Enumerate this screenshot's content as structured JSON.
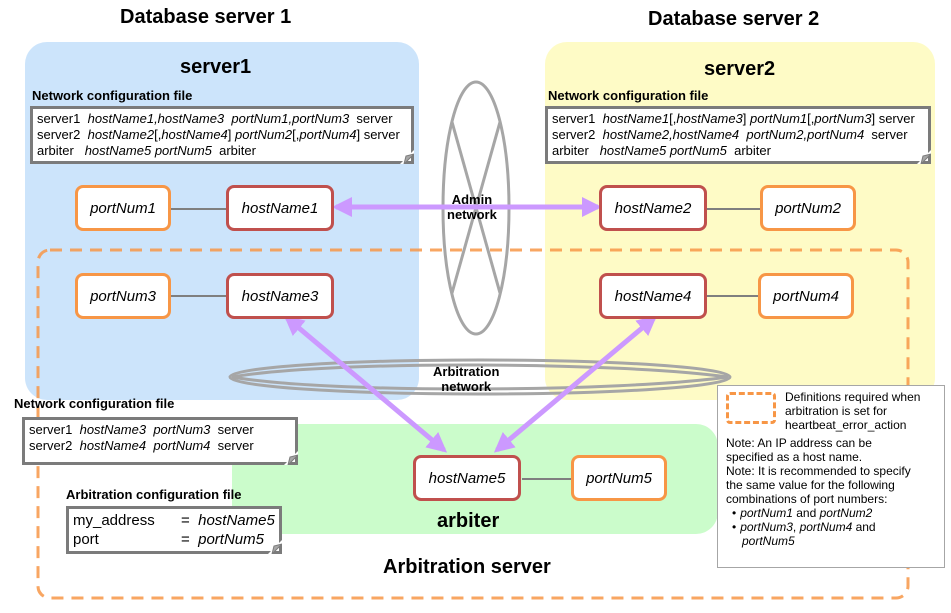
{
  "titles": {
    "db_server_1": "Database server 1",
    "db_server_2": "Database server 2",
    "arbitration_server": "Arbitration server"
  },
  "zones": {
    "server1": "server1",
    "server2": "server2",
    "arbiter": "arbiter"
  },
  "colors": {
    "server1_bg": "#cce4fb",
    "server2_bg": "#fefbc6",
    "arbiter_bg": "#cbfccb",
    "host_border": "#c0504d",
    "port_border": "#f79646",
    "arrow": "#cc99ff",
    "dashed_frame": "#f79646",
    "network_ring": "#a6a6a6"
  },
  "server1_config": {
    "heading": "Network configuration file",
    "lines": [
      {
        "name": "server1",
        "hosts": "hostName1,hostName3",
        "ports": "portNum1,portNum3",
        "type": "server"
      },
      {
        "name": "server2",
        "hosts_a": "hostName2",
        "hosts_b": "hostName4",
        "ports_a": "portNum2",
        "ports_b": "portNum4",
        "type": "server"
      },
      {
        "name": "arbiter",
        "hosts": "hostName5",
        "ports": "portNum5",
        "type": "arbiter"
      }
    ]
  },
  "server2_config": {
    "heading": "Network configuration file",
    "lines": [
      {
        "name": "server1",
        "hosts_a": "hostName1",
        "hosts_b": "hostName3",
        "ports_a": "portNum1",
        "ports_b": "portNum3",
        "type": "server"
      },
      {
        "name": "server2",
        "hosts": "hostName2,hostName4",
        "ports": "portNum2,portNum4",
        "type": "server"
      },
      {
        "name": "arbiter",
        "hosts": "hostName5",
        "ports": "portNum5",
        "type": "arbiter"
      }
    ]
  },
  "arbiter_network_config": {
    "heading": "Network configuration file",
    "lines": [
      {
        "name": "server1",
        "hosts": "hostName3",
        "ports": "portNum3",
        "type": "server"
      },
      {
        "name": "server2",
        "hosts": "hostName4",
        "ports": "portNum4",
        "type": "server"
      }
    ]
  },
  "arbitration_config": {
    "heading": "Arbitration configuration file",
    "lines": [
      {
        "key": "my_address",
        "eq": "=",
        "value": "hostName5"
      },
      {
        "key": "port",
        "eq": "=",
        "value": "portNum5"
      }
    ]
  },
  "nodes": {
    "portNum1": "portNum1",
    "hostName1": "hostName1",
    "hostName2": "hostName2",
    "portNum2": "portNum2",
    "portNum3": "portNum3",
    "hostName3": "hostName3",
    "hostName4": "hostName4",
    "portNum4": "portNum4",
    "hostName5": "hostName5",
    "portNum5": "portNum5"
  },
  "networks": {
    "admin": [
      "Admin",
      "network"
    ],
    "arbitration": [
      "Arbitration",
      "network"
    ]
  },
  "legend": {
    "definition": [
      "Definitions required when",
      "arbitration is set for",
      "heartbeat_error_action"
    ],
    "note1": [
      "Note: An IP address can be",
      "specified as a host name."
    ],
    "note2": [
      "Note: It is recommended to specify",
      "the same value for the following",
      "combinations of port numbers:"
    ],
    "bullet1": {
      "a": "portNum1",
      "and": " and ",
      "b": "portNum2"
    },
    "bullet2": {
      "a": "portNum3",
      "sep": ", ",
      "b": "portNum4",
      "and": " and",
      "c": "portNum5"
    }
  },
  "punct": {
    "open": "[,",
    "close": "]"
  }
}
